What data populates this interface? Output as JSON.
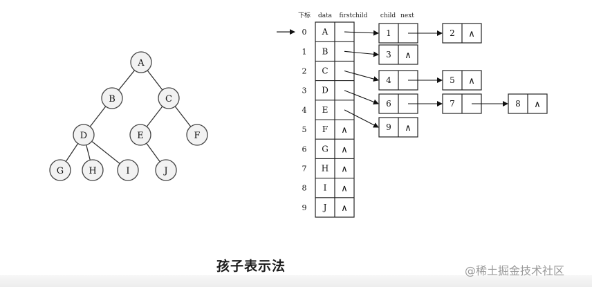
{
  "tree": {
    "nodes": [
      {
        "id": "A",
        "label": "A"
      },
      {
        "id": "B",
        "label": "B"
      },
      {
        "id": "C",
        "label": "C"
      },
      {
        "id": "D",
        "label": "D"
      },
      {
        "id": "E",
        "label": "E"
      },
      {
        "id": "F",
        "label": "F"
      },
      {
        "id": "G",
        "label": "G"
      },
      {
        "id": "H",
        "label": "H"
      },
      {
        "id": "I",
        "label": "I"
      },
      {
        "id": "J",
        "label": "J"
      }
    ],
    "edges": [
      [
        "A",
        "B"
      ],
      [
        "A",
        "C"
      ],
      [
        "B",
        "D"
      ],
      [
        "C",
        "E"
      ],
      [
        "C",
        "F"
      ],
      [
        "D",
        "G"
      ],
      [
        "D",
        "H"
      ],
      [
        "D",
        "I"
      ],
      [
        "E",
        "J"
      ]
    ]
  },
  "table": {
    "headers": {
      "index": "下标",
      "data": "data",
      "firstchild": "firstchild",
      "child": "child",
      "next": "next"
    },
    "rows": [
      {
        "index": "0",
        "data": "A",
        "firstchild": "ptr"
      },
      {
        "index": "1",
        "data": "B",
        "firstchild": "ptr"
      },
      {
        "index": "2",
        "data": "C",
        "firstchild": "ptr"
      },
      {
        "index": "3",
        "data": "D",
        "firstchild": "ptr"
      },
      {
        "index": "4",
        "data": "E",
        "firstchild": "ptr"
      },
      {
        "index": "5",
        "data": "F",
        "firstchild": "∧"
      },
      {
        "index": "6",
        "data": "G",
        "firstchild": "∧"
      },
      {
        "index": "7",
        "data": "H",
        "firstchild": "∧"
      },
      {
        "index": "8",
        "data": "I",
        "firstchild": "∧"
      },
      {
        "index": "9",
        "data": "J",
        "firstchild": "∧"
      }
    ]
  },
  "chains": [
    {
      "row": 0,
      "children": [
        "1",
        "2"
      ]
    },
    {
      "row": 1,
      "children": [
        "3"
      ]
    },
    {
      "row": 2,
      "children": [
        "4",
        "5"
      ]
    },
    {
      "row": 3,
      "children": [
        "6",
        "7",
        "8"
      ]
    },
    {
      "row": 4,
      "children": [
        "9"
      ]
    }
  ],
  "null_symbol": "∧",
  "caption": "孩子表示法",
  "watermark": "@稀土掘金技术社区"
}
